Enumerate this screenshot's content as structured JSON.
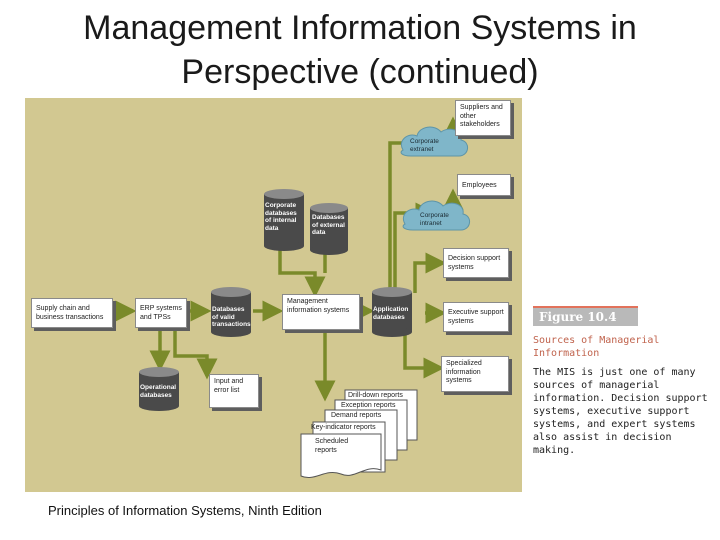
{
  "title": "Management Information Systems in Perspective (continued)",
  "footer": "Principles of Information Systems, Ninth Edition",
  "diagram": {
    "suppliers": "Suppliers and other stakeholders",
    "corporate_extranet": "Corporate extranet",
    "employees": "Employees",
    "corporate_intranet": "Corporate intranet",
    "decision_support": "Decision support systems",
    "executive_support": "Executive support systems",
    "specialized_is": "Specialized information systems",
    "db_internal": "Corporate databases of internal data",
    "db_external": "Databases of external data",
    "supply_chain": "Supply chain and business transactions",
    "erp": "ERP systems and TPSs",
    "db_valid": "Databases of valid transactions",
    "mis": "Management information systems",
    "app_db": "Application databases",
    "operational_db": "Operational databases",
    "input_error": "Input and error list",
    "reports": {
      "drilldown": "Drill-down reports",
      "exception": "Exception reports",
      "demand": "Demand reports",
      "key_indicator": "Key-indicator reports",
      "scheduled": "Scheduled reports"
    }
  },
  "caption": {
    "tag": "Figure 10.4",
    "title": "Sources of Managerial Information",
    "text": "The MIS is just one of many sources of managerial information. Decision support systems, executive support systems, and expert systems also assist in decision making."
  },
  "colors": {
    "background_panel": "#d2c891",
    "arrow": "#7a8a2a",
    "cylinder": "#4a4a4a",
    "cloud": "#7fb6c9",
    "caption_title": "#c0634d"
  }
}
